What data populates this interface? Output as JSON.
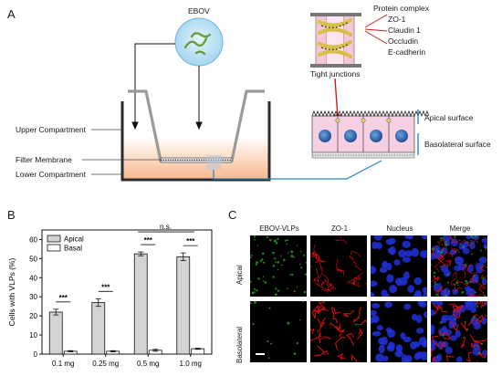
{
  "panels": {
    "a": "A",
    "b": "B",
    "c": "C"
  },
  "schematic": {
    "virus_label": "EBOV",
    "compartments": [
      "Upper Compartment",
      "Filter Membrane",
      "Lower Compartment"
    ],
    "protein_complex_title": "Protein complex",
    "proteins": [
      "ZO-1",
      "Claudin 1",
      "Occludin",
      "E-cadherin"
    ],
    "tight_junctions_label": "Tight junctions",
    "apical_label": "Apical surface",
    "basolateral_label": "Basolateral surface",
    "colors": {
      "well_wall": "#2b2b2b",
      "insert": "#9a9a9a",
      "medium_top": "#fde6d6",
      "medium_bottom": "#f7b98f",
      "cell": "#f6d0e2",
      "nucleus": "#2f6fb8",
      "virus_bubble": "#bfe3f5",
      "virus": "#6b9a3a",
      "connector": "#2a86c4",
      "junction_red": "#cc1d1d"
    }
  },
  "chart_data": {
    "type": "bar",
    "ylabel": "Cells with VLPs (%)",
    "categories": [
      "0.1 mg",
      "0.25 mg",
      "0.5 mg",
      "1.0 mg"
    ],
    "ylim": [
      0,
      65
    ],
    "yticks": [
      0,
      10,
      20,
      30,
      40,
      50,
      60
    ],
    "legend_position": "top-left",
    "series": [
      {
        "name": "Apical",
        "values": [
          22,
          27,
          52.5,
          51
        ],
        "errors": [
          1.5,
          2,
          1,
          2
        ],
        "color": "#d3d3d3"
      },
      {
        "name": "Basal",
        "values": [
          1.5,
          1.5,
          2,
          2.8
        ],
        "errors": [
          0.3,
          0.3,
          0.5,
          0.3
        ],
        "color": "#ffffff"
      }
    ],
    "significance": [
      {
        "category": 0,
        "label": "***"
      },
      {
        "category": 1,
        "label": "***"
      },
      {
        "category": 2,
        "label": "***"
      },
      {
        "category": 3,
        "label": "***"
      }
    ],
    "comparison": {
      "from": 2,
      "to": 3,
      "label": "n.s."
    }
  },
  "microscopy": {
    "columns": [
      "EBOV-VLPs",
      "ZO-1",
      "Nucleus",
      "Merge"
    ],
    "rows": [
      "Apical",
      "Basolateral"
    ],
    "colors": {
      "vlp": "#1a6b1a",
      "zo1": "#e01010",
      "nucleus": "#1f2fd0"
    }
  }
}
